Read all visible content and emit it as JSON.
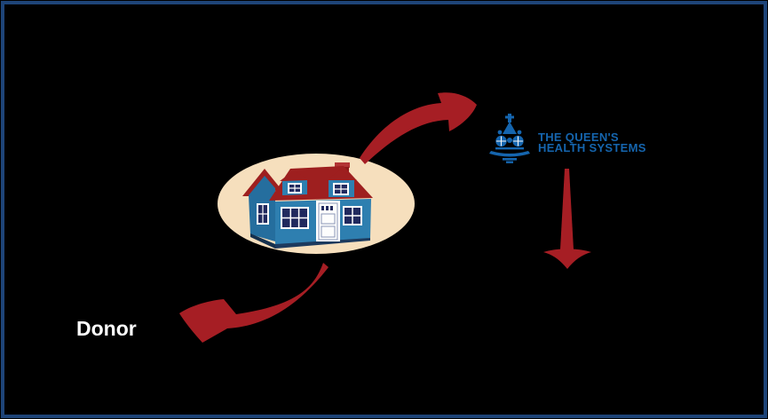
{
  "slide": {
    "background_color": "#000000",
    "border_color": "#1E4478"
  },
  "organization": {
    "name_line1": "THE QUEEN'S",
    "name_line2": "HEALTH SYSTEMS",
    "logo_color": "#1565AE",
    "logo_icon": "crown-icon"
  },
  "donor": {
    "label": "Donor",
    "text_color": "#FFFFFF"
  },
  "house": {
    "icon": "house-icon",
    "halo_color": "#F6DFBD",
    "wall_color": "#2E7FB0",
    "roof_color": "#9E1F1F"
  },
  "arrows": {
    "color": "#A61E24",
    "items": [
      {
        "name": "arrow-house-to-queens",
        "direction": "up-right"
      },
      {
        "name": "arrow-queens-down",
        "direction": "down"
      },
      {
        "name": "arrow-house-to-donor",
        "direction": "down-left"
      }
    ]
  }
}
